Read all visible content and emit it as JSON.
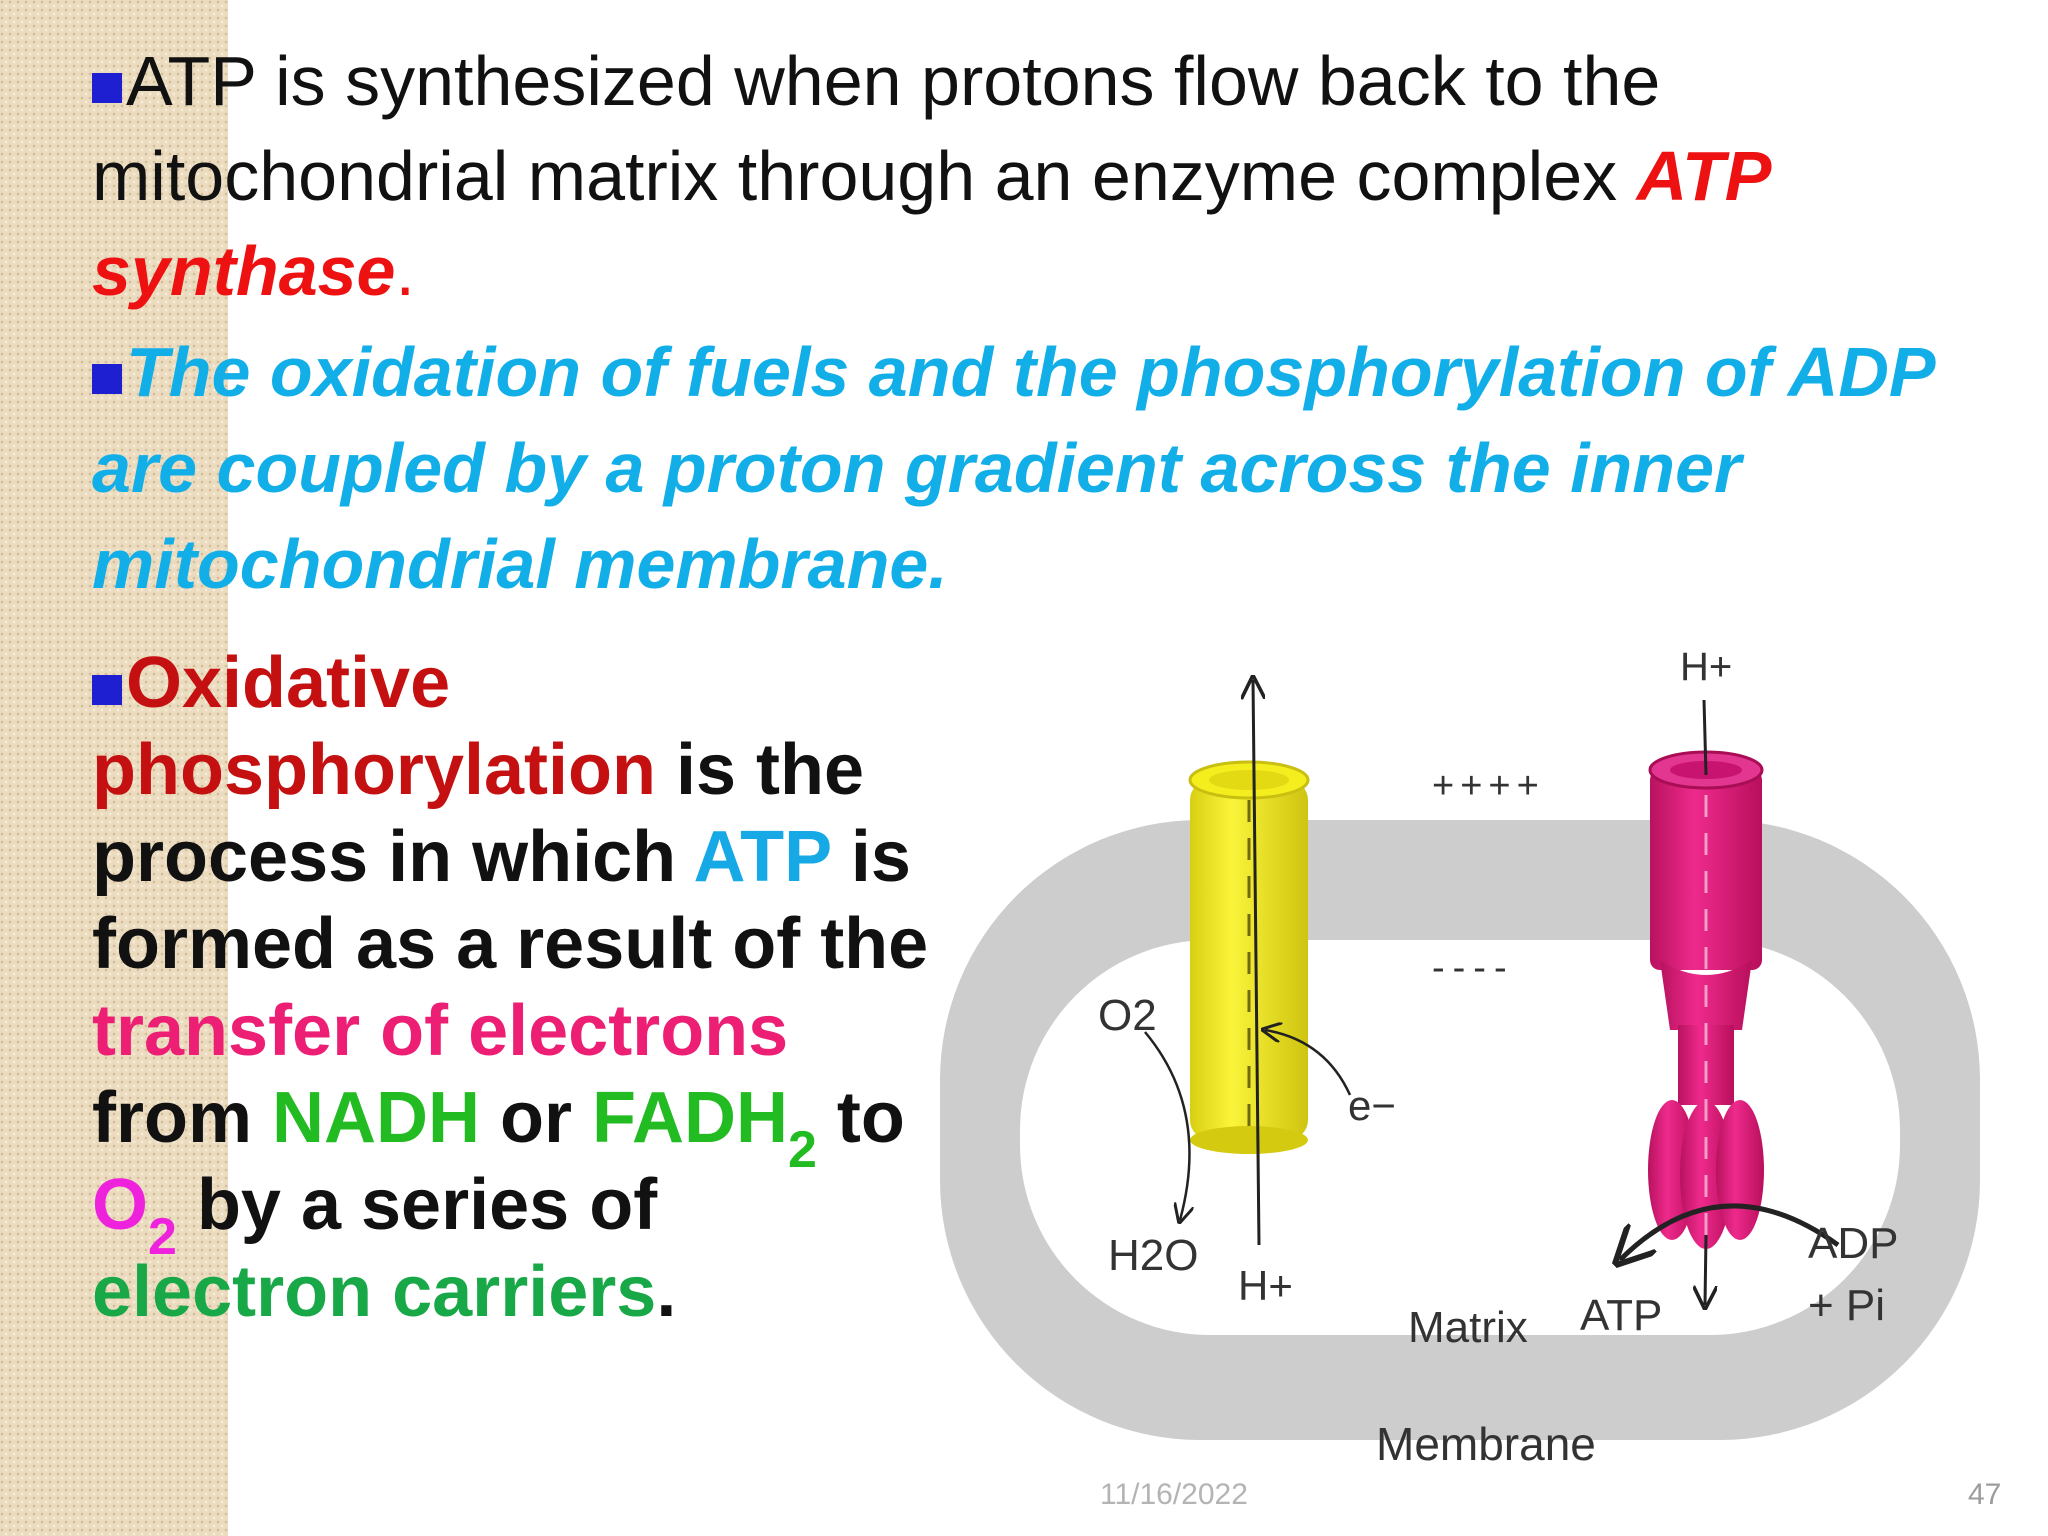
{
  "slide": {
    "p1": {
      "text_a": "ATP is synthesized when  protons  flow  back to the mitochondrial  matrix through an enzyme complex ",
      "highlight": "ATP synthase",
      "end": "."
    },
    "p2": {
      "text": "The oxidation of fuels and the phosphorylation of ADP are coupled by a proton gradient across the inner mitochondrial membrane."
    },
    "p3": {
      "term": "Oxidative phosphorylation",
      "t1": " is the process in which ",
      "atp": "ATP",
      "t2": " is formed as a result of the ",
      "transfer": "transfer of electrons",
      "t3": " from ",
      "nadh": "NADH",
      "t4": " or ",
      "fadh": "FADH",
      "fadh_sub": "2",
      "t5": " to ",
      "o2": "O",
      "o2_sub": "2",
      "t6": " by a series of ",
      "carriers": "electron carriers",
      "end": "."
    }
  },
  "diagram": {
    "labels": {
      "h_top": "H+",
      "plus_charges": "++++",
      "minus_charges": "----",
      "o2": "O2",
      "e_minus": "e−",
      "h2o": "H2O",
      "h_bottom": "H+",
      "matrix": "Matrix",
      "atp": "ATP",
      "adp": "ADP",
      "pi": "+ Pi",
      "membrane": "Membrane"
    },
    "colors": {
      "membrane": "#cdcdcd",
      "carrier": "#f5ee1e",
      "synthase": "#e0187c"
    }
  },
  "footer": {
    "date": "11/16/2022",
    "page": "47"
  }
}
